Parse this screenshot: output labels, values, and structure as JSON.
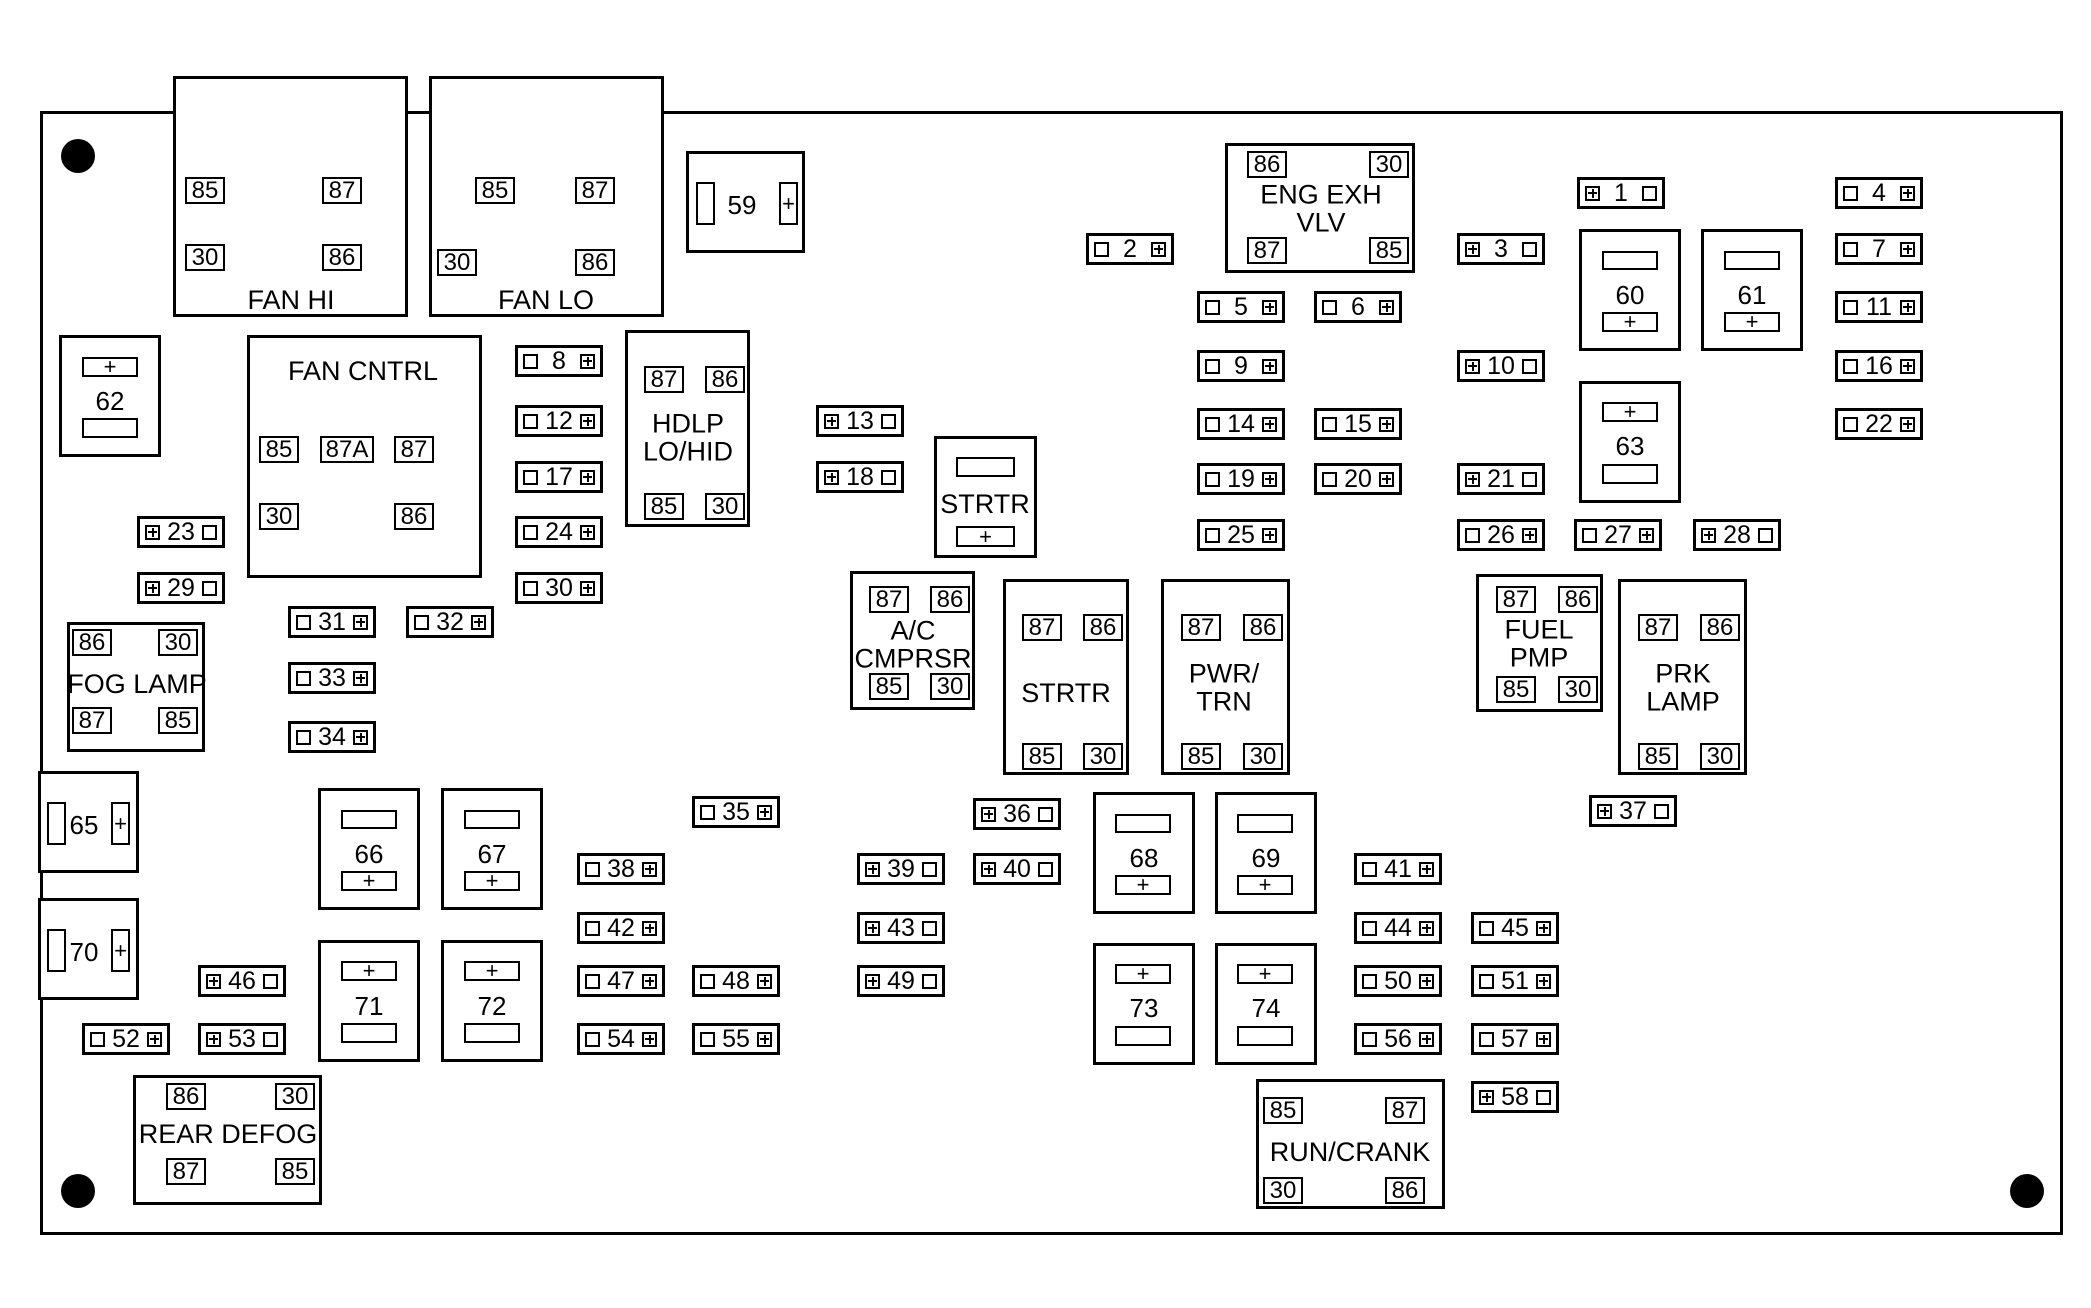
{
  "relays": [
    {
      "id": "fan_hi",
      "label": "FAN HI",
      "pins": [
        "85",
        "87",
        "30",
        "86"
      ]
    },
    {
      "id": "fan_lo",
      "label": "FAN LO",
      "pins": [
        "85",
        "87",
        "30",
        "86"
      ]
    },
    {
      "id": "fan_cntrl",
      "label": "FAN CNTRL",
      "pins": [
        "85",
        "87A",
        "87",
        "30",
        "86"
      ]
    },
    {
      "id": "hdlp",
      "label": "HDLP\nLO/HID",
      "pins": [
        "87",
        "86",
        "85",
        "30"
      ]
    },
    {
      "id": "eng_exh",
      "label": "ENG EXH\nVLV",
      "pins": [
        "86",
        "30",
        "87",
        "85"
      ]
    },
    {
      "id": "strtr_small",
      "label": "STRTR"
    },
    {
      "id": "ac_cmprsr",
      "label": "A/C\nCMPRSR",
      "pins": [
        "87",
        "86",
        "85",
        "30"
      ]
    },
    {
      "id": "strtr",
      "label": "STRTR",
      "pins": [
        "87",
        "86",
        "85",
        "30"
      ]
    },
    {
      "id": "pwr_trn",
      "label": "PWR/\nTRN",
      "pins": [
        "87",
        "86",
        "85",
        "30"
      ]
    },
    {
      "id": "fuel_pmp",
      "label": "FUEL\nPMP",
      "pins": [
        "87",
        "86",
        "85",
        "30"
      ]
    },
    {
      "id": "prk_lamp",
      "label": "PRK\nLAMP",
      "pins": [
        "87",
        "86",
        "85",
        "30"
      ]
    },
    {
      "id": "fog_lamp",
      "label": "FOG LAMP",
      "pins": [
        "86",
        "30",
        "87",
        "85"
      ]
    },
    {
      "id": "rear_defog",
      "label": "REAR DEFOG",
      "pins": [
        "86",
        "30",
        "87",
        "85"
      ]
    },
    {
      "id": "run_crank",
      "label": "RUN/CRANK",
      "pins": [
        "85",
        "87",
        "30",
        "86"
      ]
    }
  ],
  "maxi_fuses": [
    "59",
    "60",
    "61",
    "62",
    "63",
    "65",
    "66",
    "67",
    "68",
    "69",
    "70",
    "71",
    "72",
    "73",
    "74"
  ],
  "mini_fuses": [
    "1",
    "2",
    "3",
    "4",
    "5",
    "6",
    "7",
    "8",
    "9",
    "10",
    "11",
    "12",
    "13",
    "14",
    "15",
    "16",
    "17",
    "18",
    "19",
    "20",
    "21",
    "22",
    "23",
    "24",
    "25",
    "26",
    "27",
    "28",
    "29",
    "30",
    "31",
    "32",
    "33",
    "34",
    "35",
    "36",
    "37",
    "38",
    "39",
    "40",
    "41",
    "42",
    "43",
    "44",
    "45",
    "46",
    "47",
    "48",
    "49",
    "50",
    "51",
    "52",
    "53",
    "54",
    "55",
    "56",
    "57",
    "58"
  ],
  "symbols": {
    "plus": "+"
  }
}
